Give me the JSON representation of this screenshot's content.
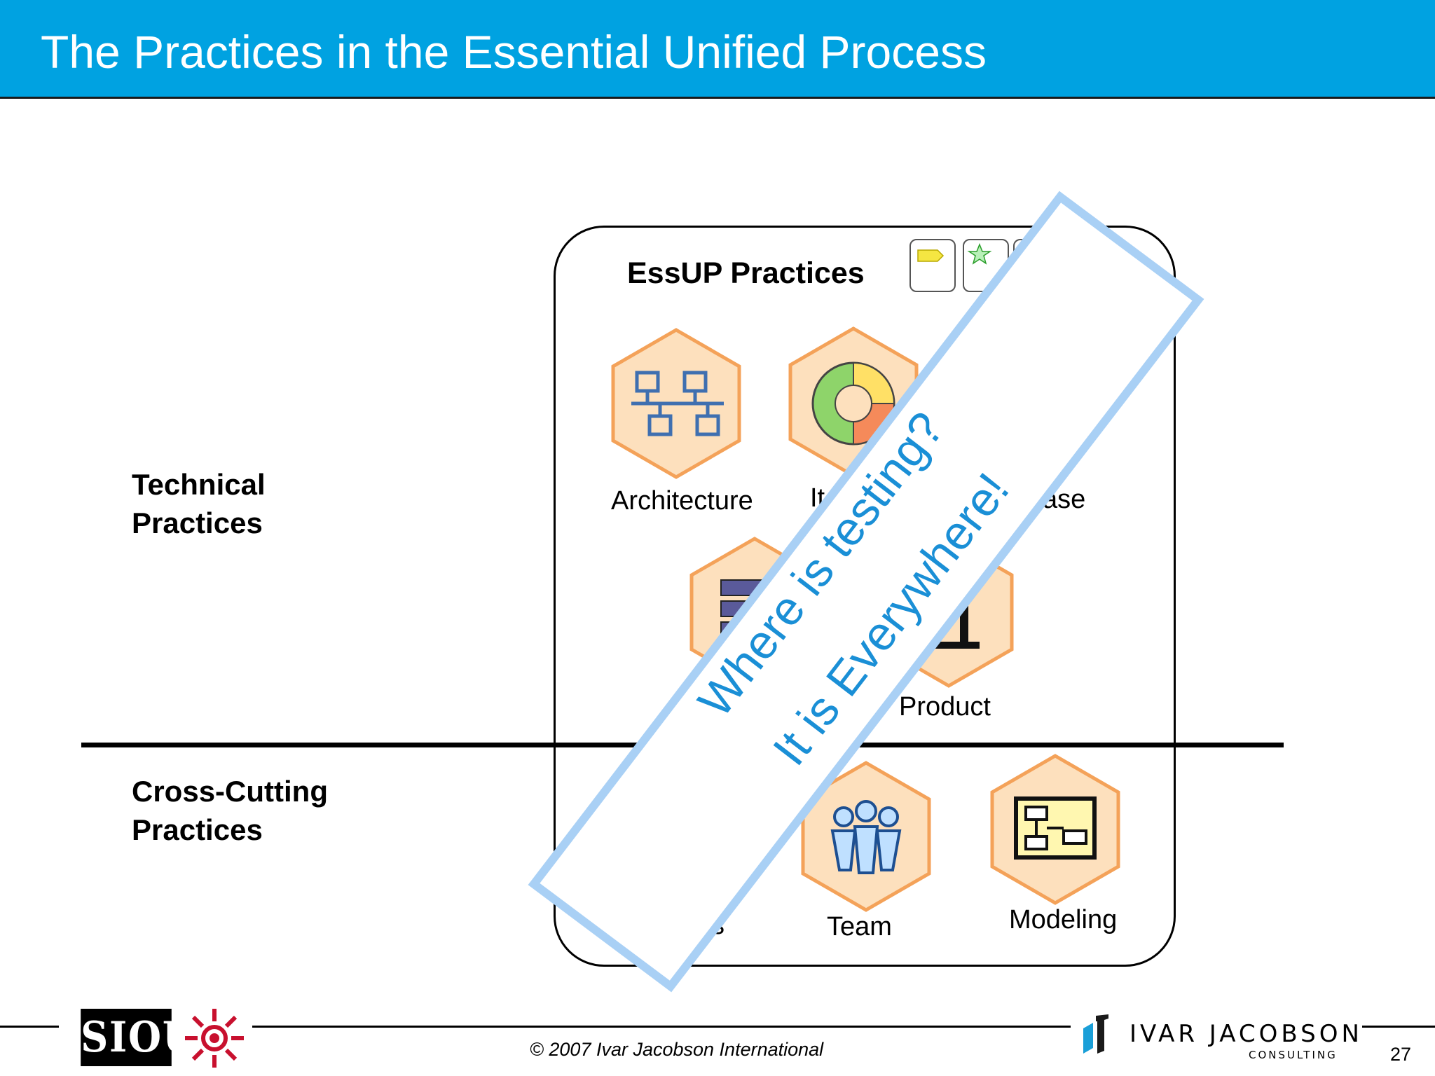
{
  "slide": {
    "title": "The Practices in the Essential Unified Process",
    "page_number": "27"
  },
  "left_labels": {
    "technical": [
      "Technical",
      "Practices"
    ],
    "cross_cutting": [
      "Cross-Cutting",
      "Practices"
    ]
  },
  "panel": {
    "title": "EssUP Practices",
    "technical_practices": [
      {
        "label": "Architecture",
        "icon": "network-icon"
      },
      {
        "label": "It",
        "icon": "iteration-cycle-icon"
      },
      {
        "label": "ase",
        "icon": "use-case-icon"
      },
      {
        "label": "",
        "icon": "components-icon"
      },
      {
        "label": "Product",
        "icon": "product-icon"
      }
    ],
    "cross_cutting_practices": [
      {
        "label": "s",
        "icon": "process-icon"
      },
      {
        "label": "Team",
        "icon": "team-icon"
      },
      {
        "label": "Modeling",
        "icon": "modeling-icon"
      }
    ]
  },
  "banner": {
    "line1": "Where is testing?",
    "line2": "It is Everywhere!",
    "text_color": "#1a8fd6",
    "border_color": "#a9d0f5"
  },
  "footer": {
    "copyright": "© 2007 Ivar Jacobson International",
    "sioux_logo": "SIOUX",
    "ij_name": "IVAR JACOBSON",
    "ij_sub": "CONSULTING"
  },
  "colors": {
    "title_bar": "#00a2e1",
    "hex_fill": "#fde0bd",
    "hex_border": "#f4a259",
    "icon_blue": "#3f6fb0"
  }
}
